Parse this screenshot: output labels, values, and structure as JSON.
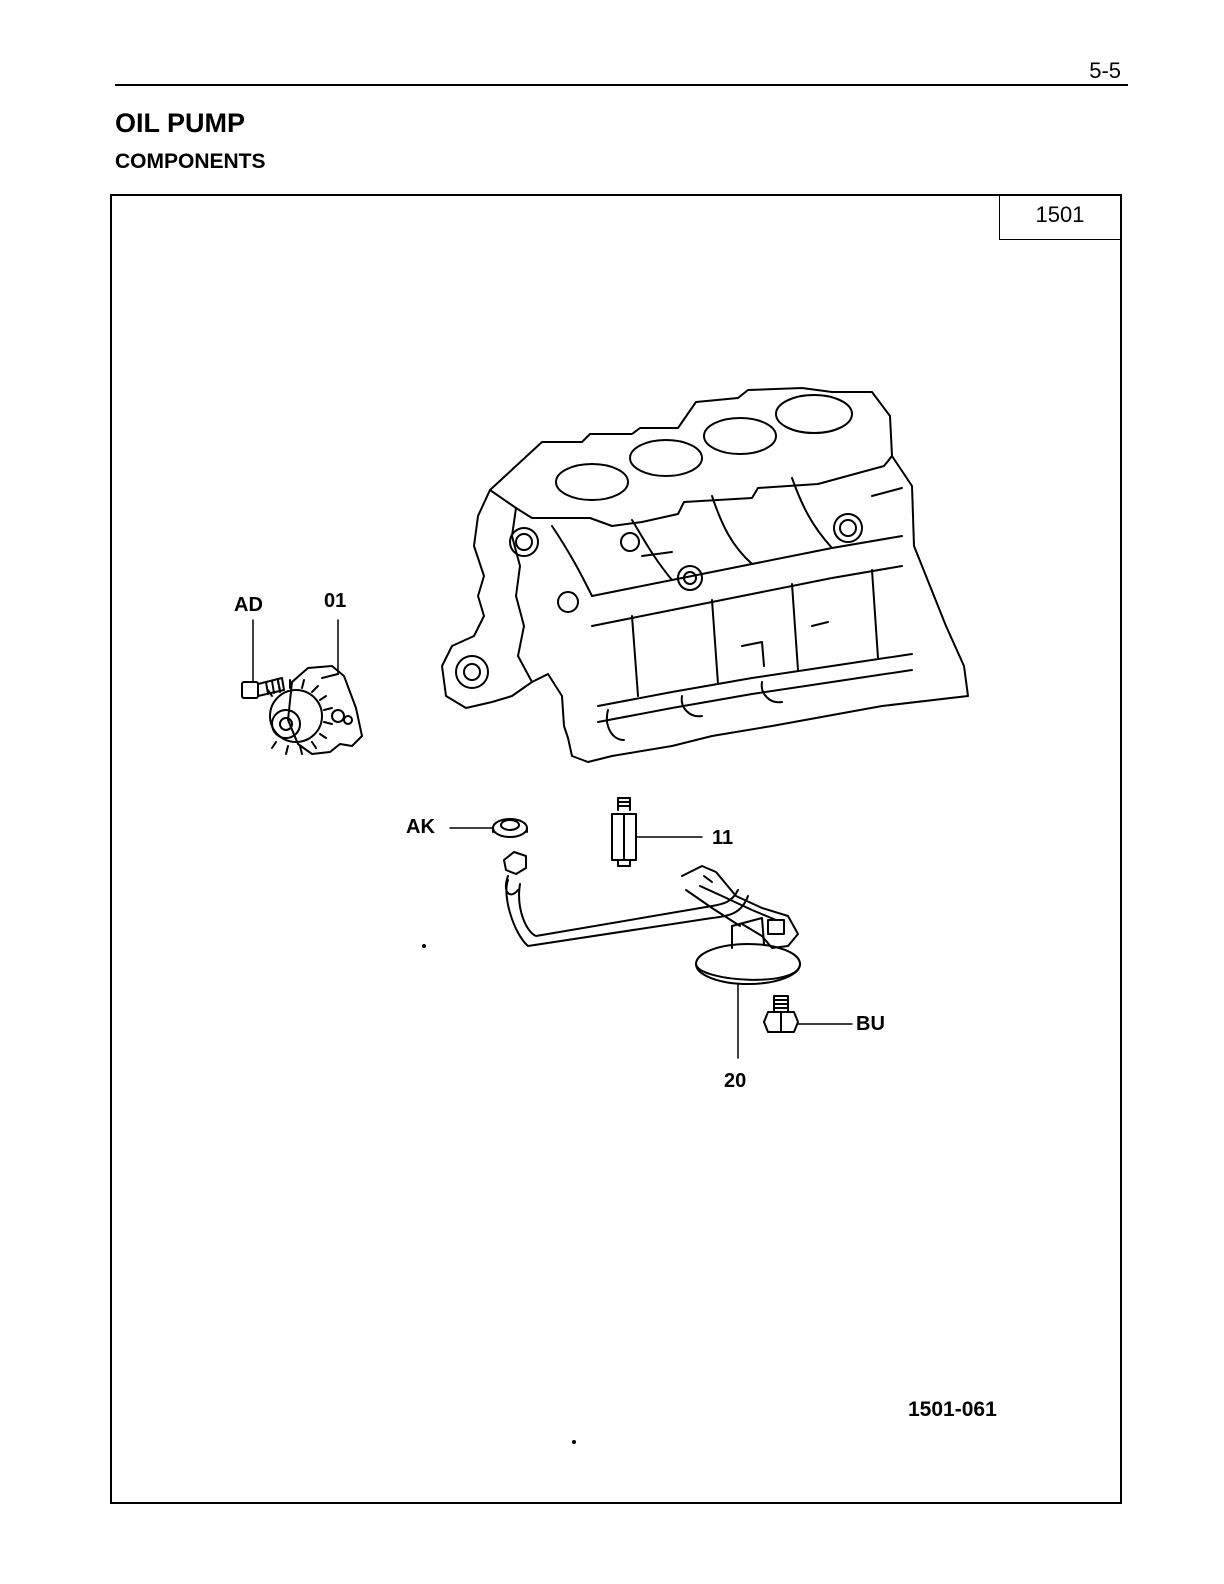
{
  "header": {
    "page_number": "5-5"
  },
  "section": {
    "title": "OIL PUMP",
    "subtitle": "COMPONENTS"
  },
  "figure": {
    "code": "1501",
    "illustration_id": "1501-061",
    "callouts": {
      "ad": "AD",
      "c01": "01",
      "ak": "AK",
      "c11": "11",
      "c20": "20",
      "bu": "BU"
    }
  }
}
